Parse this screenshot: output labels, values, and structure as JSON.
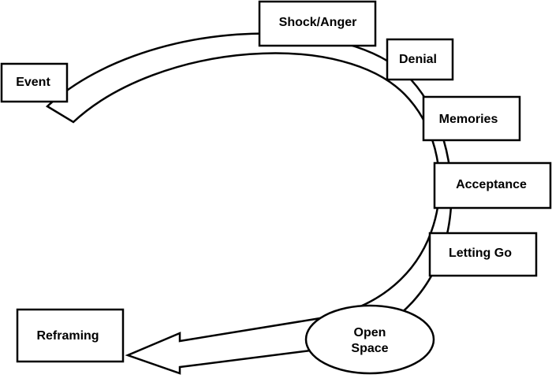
{
  "diagram": {
    "nodes": {
      "event": "Event",
      "shock_anger": "Shock/Anger",
      "denial": "Denial",
      "memories": "Memories",
      "acceptance": "Acceptance",
      "letting_go": "Letting Go",
      "open_space_line1": "Open",
      "open_space_line2": "Space",
      "reframing": "Reframing"
    },
    "colors": {
      "stroke": "#000000",
      "fill": "#ffffff"
    }
  }
}
